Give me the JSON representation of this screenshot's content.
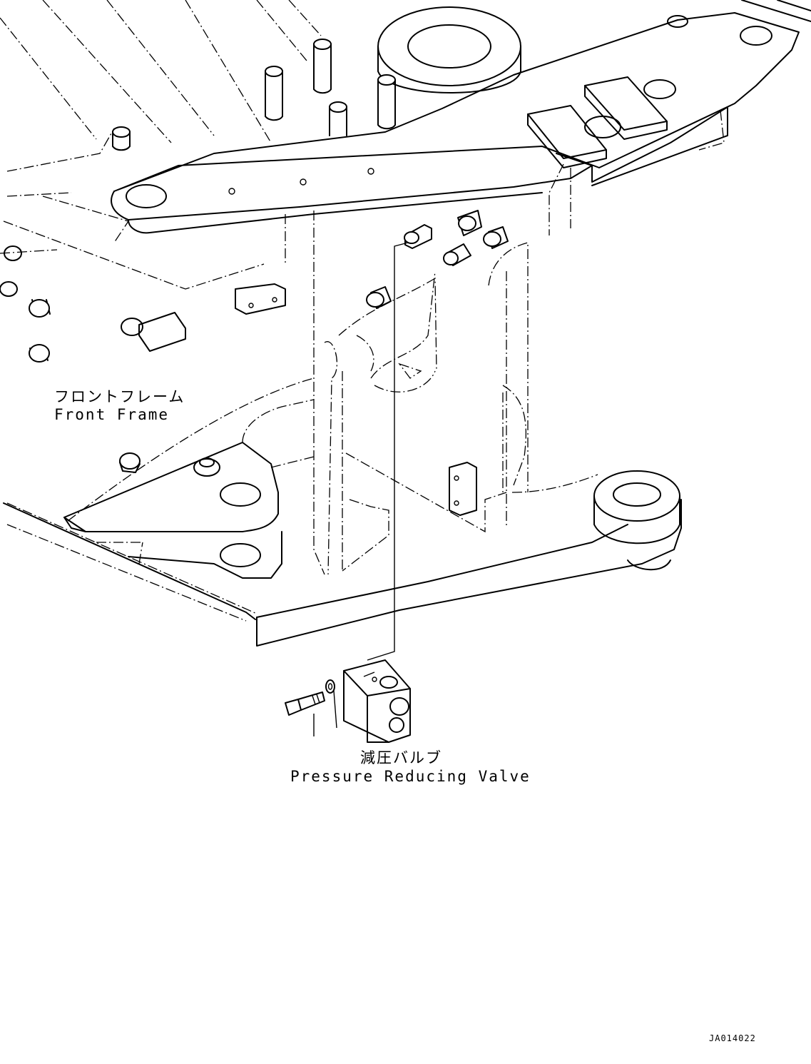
{
  "labels": {
    "front_frame_jp": "フロントフレーム",
    "front_frame_en": "Front Frame",
    "valve_jp": "減圧バルブ",
    "valve_en": "Pressure Reducing Valve"
  },
  "drawing_code": "JA014022"
}
